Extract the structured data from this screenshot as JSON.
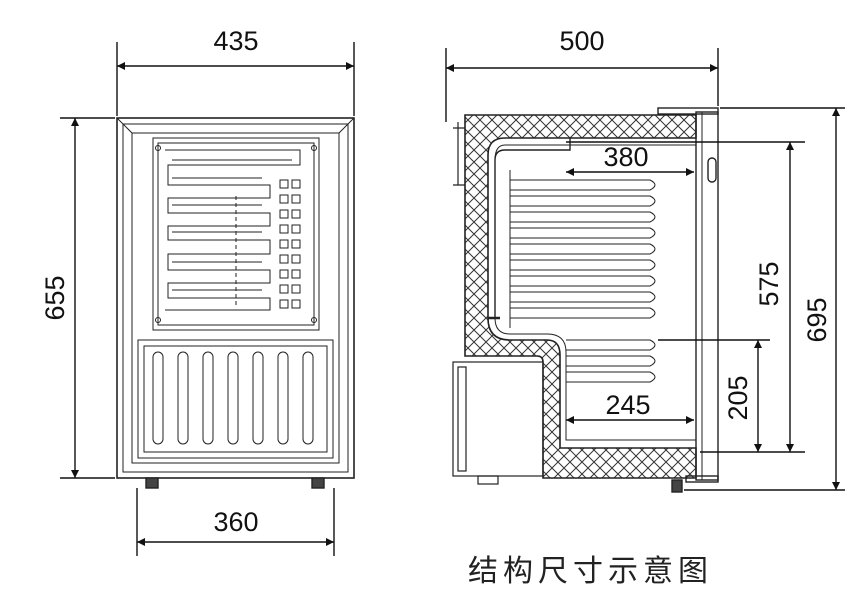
{
  "front_view": {
    "overall_width": "435",
    "body_height": "655",
    "foot_span": "360"
  },
  "side_view": {
    "overall_depth": "500",
    "upper_interior_depth": "380",
    "lower_interior_depth": "245",
    "upper_interior_height": "575",
    "lower_interior_height": "205",
    "overall_height": "695"
  },
  "caption": "结构尺寸示意图"
}
